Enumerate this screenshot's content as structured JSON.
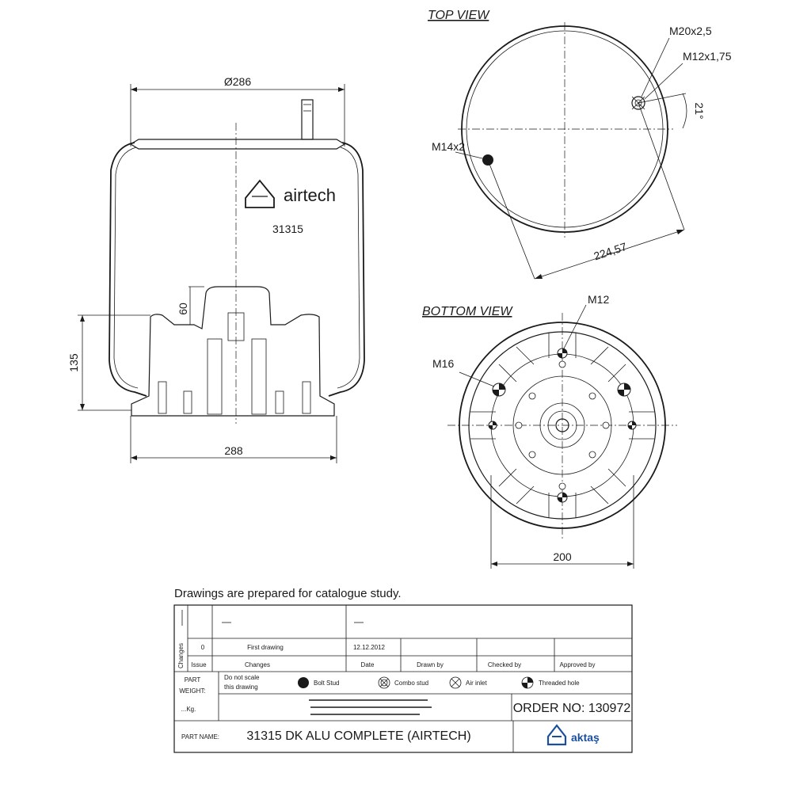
{
  "side_view": {
    "dia_top": "Ø286",
    "dia_bottom": "288",
    "height": "135",
    "piston_height": "60",
    "brand": "airtech",
    "part_code": "31315"
  },
  "top_view": {
    "title": "TOP VIEW",
    "thread_1": "M20x2,5",
    "thread_2": "M12x1,75",
    "hole": "M14x2",
    "angle": "21°",
    "distance": "224,57"
  },
  "bottom_view": {
    "title": "BOTTOM VIEW",
    "hole_1": "M12",
    "hole_2": "M16",
    "dia": "200"
  },
  "title_block": {
    "heading": "Drawings are  prepared for  catalogue study.",
    "changes_vertical": "Changes",
    "rev": "0",
    "rev_desc": "First drawing",
    "rev_date": "12.12.2012",
    "col_issue": "Issue",
    "col_changes": "Changes",
    "col_date": "Date",
    "col_drawn": "Drawn by",
    "col_checked": "Checked by",
    "col_approved": "Approved by",
    "part": "PART",
    "weight": "WEIGHT:",
    "kg": "...Kg.",
    "no_scale_1": "Do not scale",
    "no_scale_2": "this drawing",
    "legend_bolt": "Bolt Stud",
    "legend_combo": "Combo stud",
    "legend_air": "Air inlet",
    "legend_thread": "Threaded hole",
    "order": "ORDER NO: 130972",
    "part_name_label": "PART NAME:",
    "part_name": "31315 DK ALU COMPLETE (AIRTECH)",
    "company": "aktaş"
  }
}
